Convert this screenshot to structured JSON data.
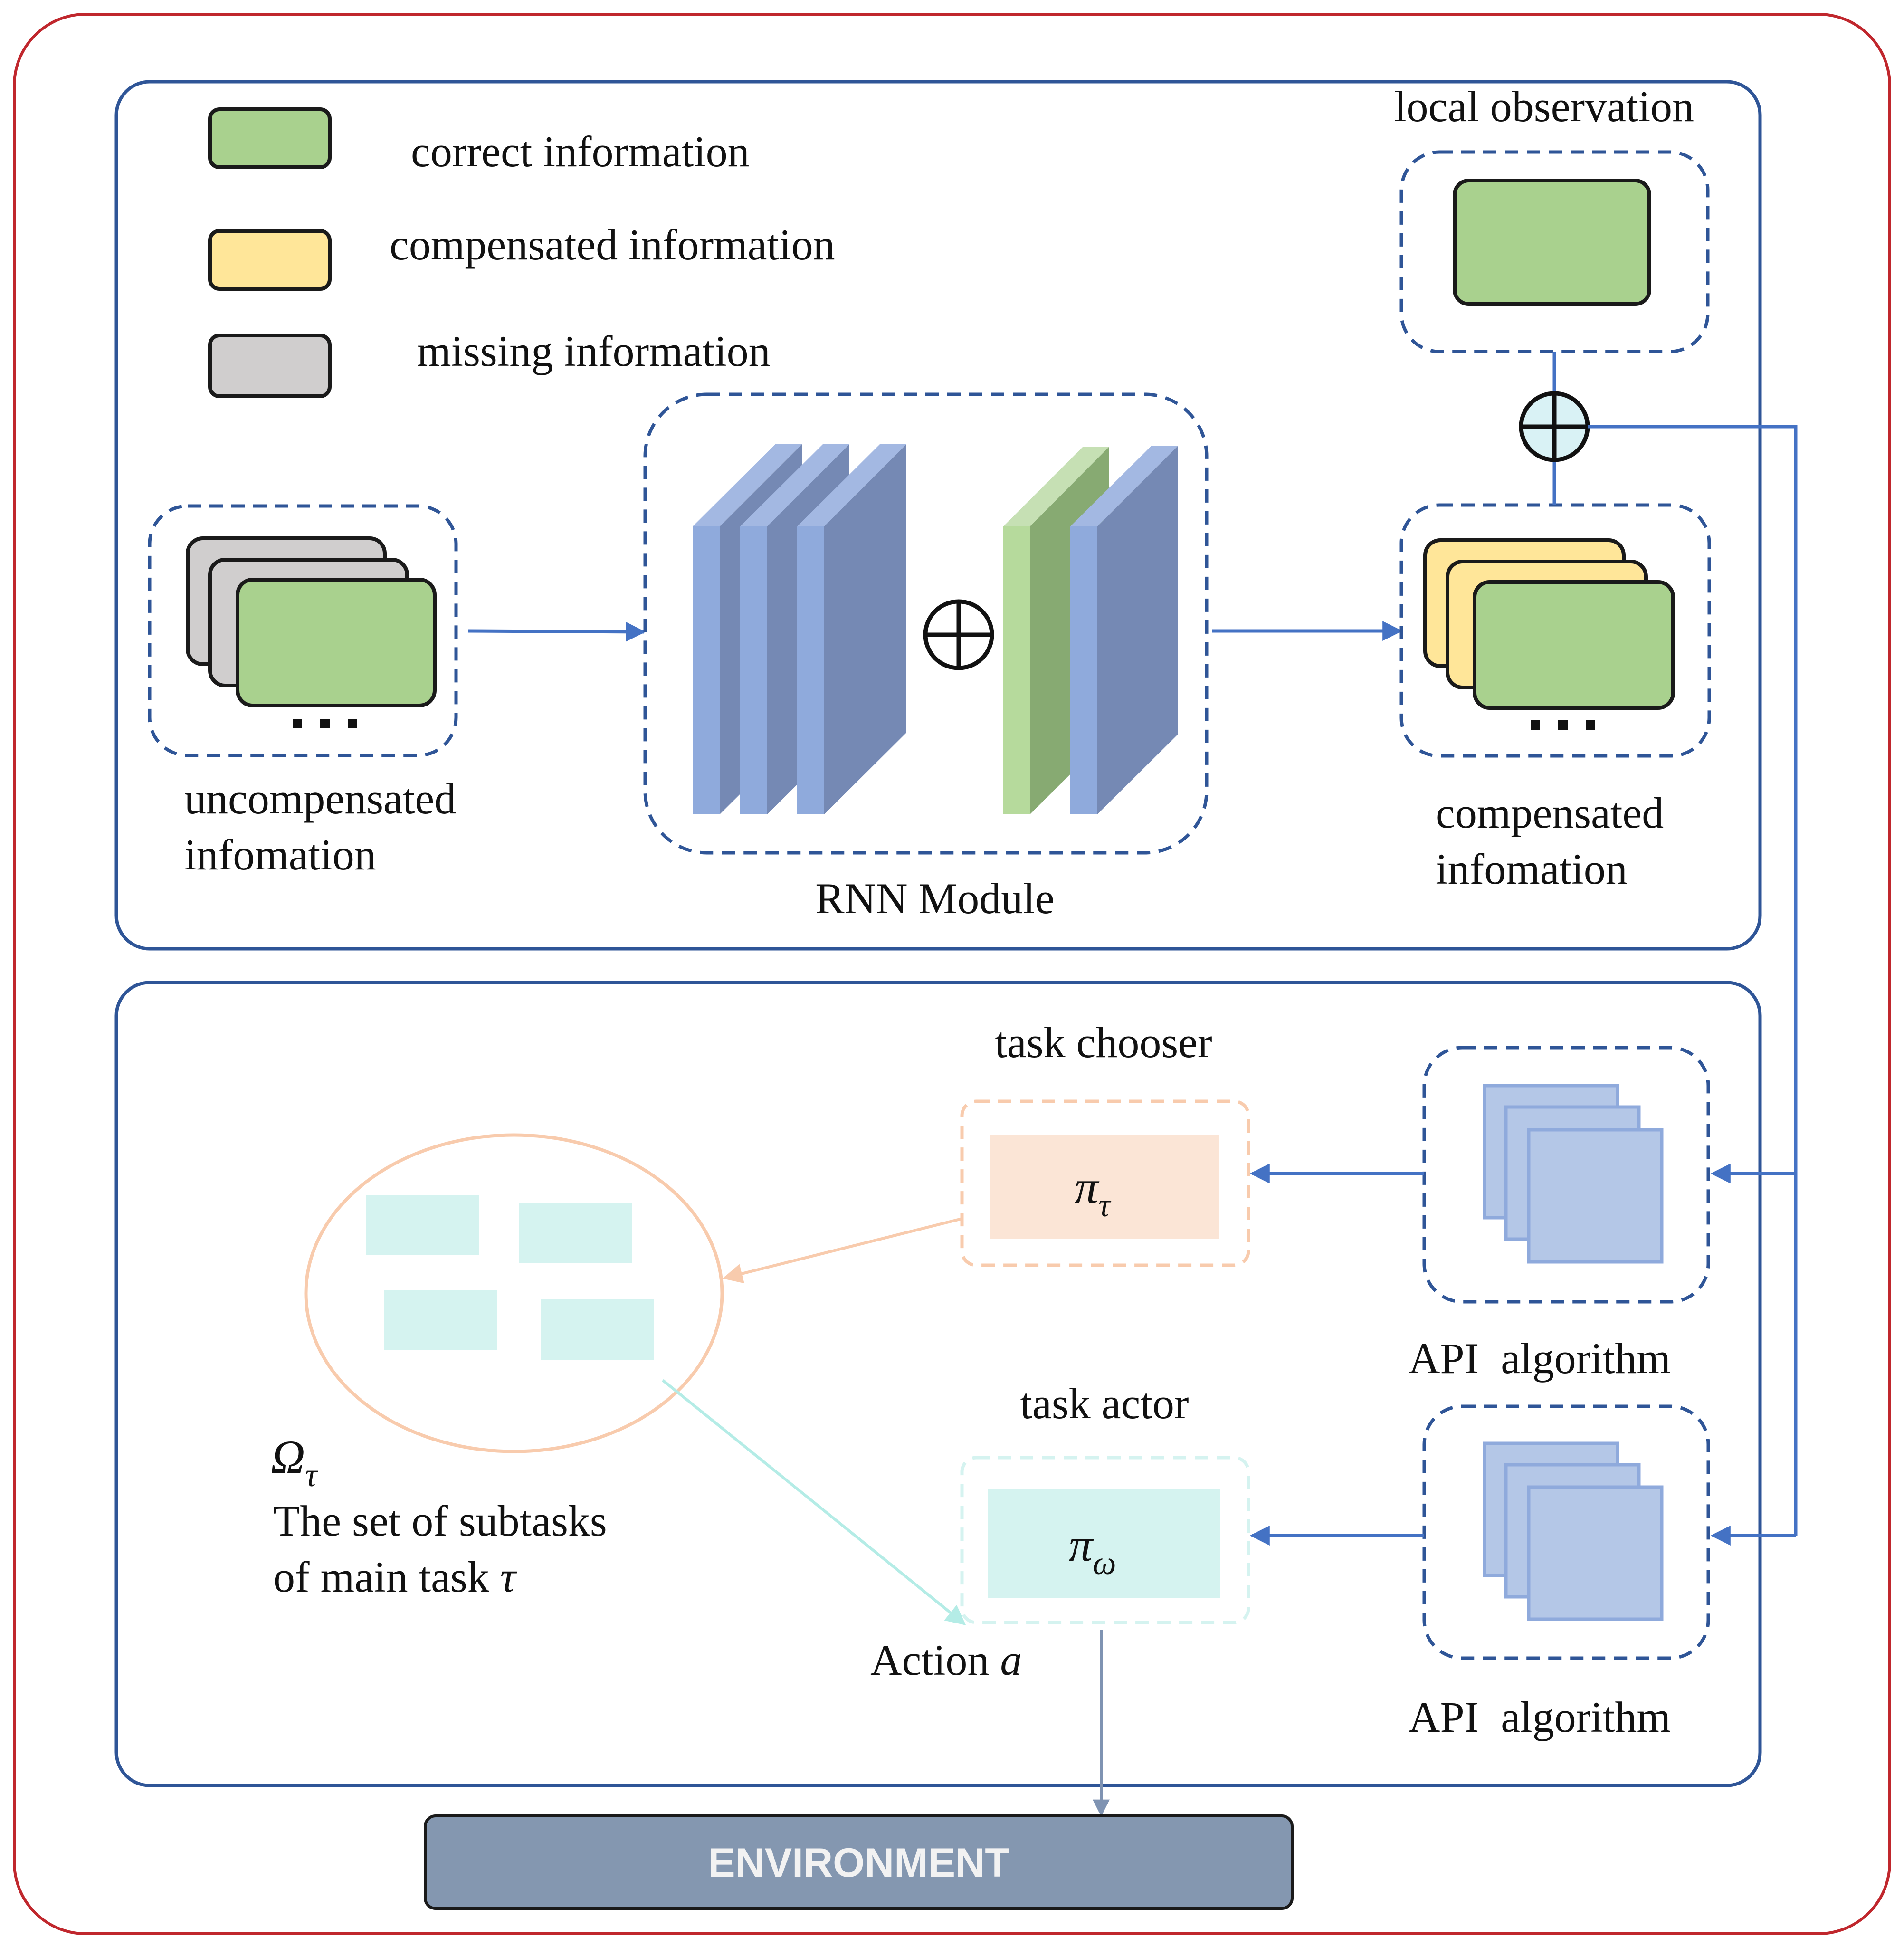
{
  "legend": {
    "correct": "correct information",
    "compensated": "compensated information",
    "missing": "missing information"
  },
  "top": {
    "local_observation": "local observation",
    "uncompensated_line1": "uncompensated",
    "uncompensated_line2": "infomation",
    "rnn_module": "RNN Module",
    "compensated_line1": "compensated",
    "compensated_line2": "infomation",
    "dots": "..."
  },
  "bottom": {
    "task_chooser": "task chooser",
    "pi_tau": "π",
    "pi_tau_sub": "τ",
    "task_actor": "task actor",
    "pi_omega": "π",
    "pi_omega_sub": "ω",
    "api_1": "API  algorithm",
    "api_2": "API  algorithm",
    "omega": "Ω",
    "omega_sub": "τ",
    "subtasks_line1": "The set of subtasks",
    "subtasks_line2": "of main task",
    "subtasks_tau": "τ",
    "action_label": "Action",
    "action_var": "a"
  },
  "environment": "ENVIRONMENT",
  "colors": {
    "frame_red": "#c0272d",
    "panel_blue": "#2f5597",
    "arrow_blue": "#4472c4",
    "green": "#a9d18e",
    "yellow": "#ffe699",
    "gray": "#d0cece",
    "layer_light": "#8faadc",
    "layer_dark": "#7589b4",
    "env": "#8497b0",
    "chooser_fill": "#fbe5d6",
    "actor_fill": "#d5f3f0"
  }
}
